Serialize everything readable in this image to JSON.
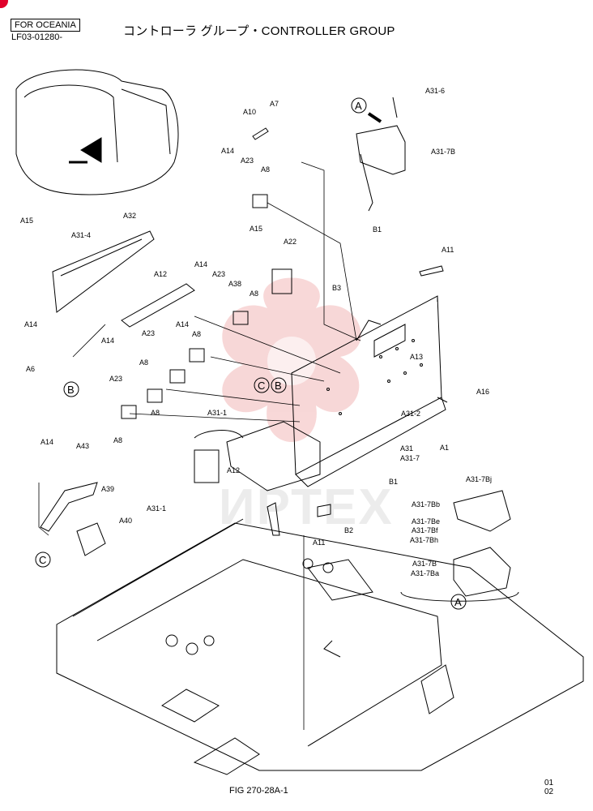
{
  "header": {
    "region_box": "FOR OCEANIA",
    "doc_code": "LF03-01280-",
    "title": "コントローラ グループ・CONTROLLER GROUP"
  },
  "footer": {
    "fig": "FIG 270-28A-1",
    "page_lines": [
      "01",
      "02"
    ]
  },
  "watermark": {
    "text": "ИРТЕХ",
    "color": "#f2b8b8"
  },
  "callouts": {
    "A31_6": "A31-6",
    "A31_7B_top": "A31-7B",
    "A10": "A10",
    "A7": "A7",
    "A14_a": "A14",
    "A23_a": "A23",
    "A8_a": "A8",
    "A15_a": "A15",
    "A32": "A32",
    "A31_4": "A31-4",
    "A15_b": "A15",
    "A22": "A22",
    "B1_a": "B1",
    "A11_a": "A11",
    "B3": "B3",
    "A12_a": "A12",
    "A14_b": "A14",
    "A23_b": "A23",
    "A38": "A38",
    "A8_b": "A8",
    "A14_c": "A14",
    "A6": "A6",
    "A23_c": "A23",
    "A14_d": "A14",
    "A8_c": "A8",
    "A14_e": "A14",
    "A8_d": "A8",
    "A13": "A13",
    "A16": "A16",
    "A23_d": "A23",
    "A8_e": "A8",
    "A31_1_a": "A31-1",
    "A31_2": "A31-2",
    "A1": "A1",
    "A31": "A31",
    "A31_7": "A31-7",
    "A14_f": "A14",
    "A43": "A43",
    "A39": "A39",
    "A12_b": "A12",
    "A31_1_b": "A31-1",
    "B1_b": "B1",
    "A40": "A40",
    "B2": "B2",
    "A11_b": "A11",
    "A31_7Bj": "A31-7Bj",
    "A31_7Bb": "A31-7Bb",
    "A31_7Be": "A31-7Be",
    "A31_7Bf": "A31-7Bf",
    "A31_7Bh": "A31-7Bh",
    "A31_7B_bot": "A31-7B",
    "A31_7Ba": "A31-7Ba",
    "A8_f": "A8"
  },
  "circle_refs": {
    "A_top": "A",
    "B_left": "B",
    "C_mid": "C",
    "B_mid": "B",
    "C_left": "C",
    "A_bottom": "A"
  }
}
